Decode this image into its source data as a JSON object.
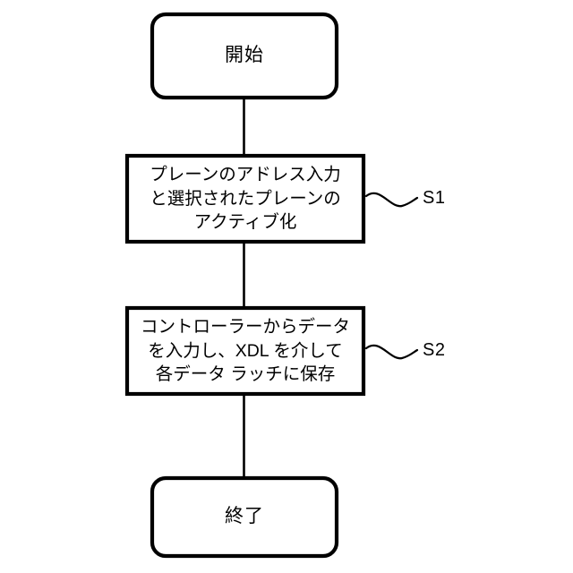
{
  "diagram": {
    "title": "Flowchart",
    "background_color": "#ffffff",
    "stroke_color": "#000000",
    "fill_color": "#ffffff"
  },
  "nodes": {
    "start": {
      "shape": "rounded-rectangle",
      "label": "開始"
    },
    "step1": {
      "shape": "rectangle",
      "lines": [
        "プレーンのアドレス入力",
        "と選択されたプレーンの",
        "アクティブ化"
      ],
      "step_tag": "S1"
    },
    "step2": {
      "shape": "rectangle",
      "lines": [
        "コントローラーからデータ",
        "を入力し、XDL を介して",
        "各データ ラッチに保存"
      ],
      "step_tag": "S2"
    },
    "end": {
      "shape": "rounded-rectangle",
      "label": "終了"
    }
  },
  "connectors": [
    {
      "from": "start",
      "to": "step1"
    },
    {
      "from": "step1",
      "to": "step2"
    },
    {
      "from": "step2",
      "to": "end"
    }
  ]
}
